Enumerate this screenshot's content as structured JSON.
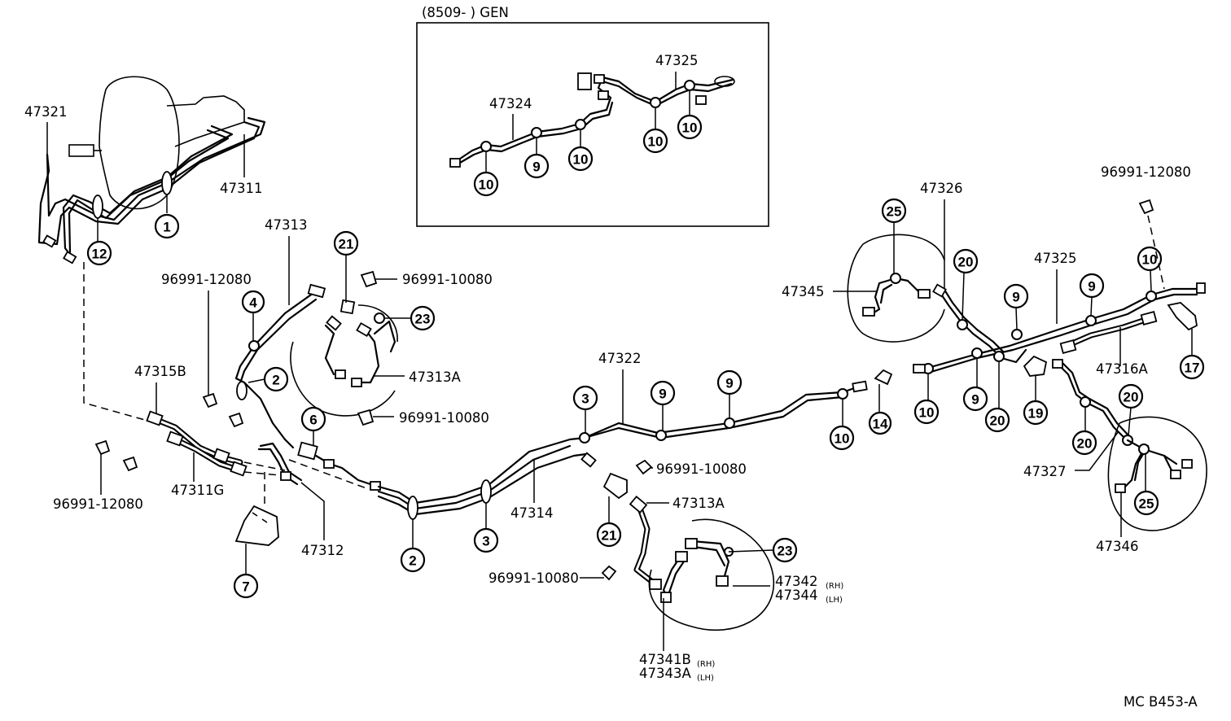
{
  "header": {
    "gen_label": "(8509-          ) GEN"
  },
  "footer": {
    "code": "MC B453-A"
  },
  "parts": {
    "p47321": "47321",
    "p47311": "47311",
    "p47313": "47313",
    "p96991_12080_a": "96991-12080",
    "p96991_10080_a": "96991-10080",
    "p47313A_a": "47313A",
    "p96991_10080_b": "96991-10080",
    "p47315B": "47315B",
    "p47311G": "47311G",
    "p96991_12080_b": "96991-12080",
    "p47312": "47312",
    "p47322": "47322",
    "p47314": "47314",
    "p96991_10080_c": "96991-10080",
    "p47313A_b": "47313A",
    "p96991_10080_d": "96991-10080",
    "p47342": "47342",
    "p47342_side": "(RH)",
    "p47344": "47344",
    "p47344_side": "(LH)",
    "p47341B": "47341B",
    "p47341B_side": "(RH)",
    "p47343A": "47343A",
    "p47343A_side": "(LH)",
    "p47324": "47324",
    "p47325_inset": "47325",
    "p47326": "47326",
    "p47345": "47345",
    "p47325": "47325",
    "p96991_12080_c": "96991-12080",
    "p47316A": "47316A",
    "p47327": "47327",
    "p47346": "47346"
  },
  "callouts": {
    "c1": "1",
    "c12": "12",
    "c4": "4",
    "c2a": "2",
    "c21a": "21",
    "c23a": "23",
    "c6": "6",
    "c7": "7",
    "c2b": "2",
    "c3a": "3",
    "c3b": "3",
    "c9a": "9",
    "c9b": "9",
    "c10a": "10",
    "c14": "14",
    "c10b": "10",
    "c21b": "21",
    "c23b": "23",
    "i10a": "10",
    "i9": "9",
    "i10b": "10",
    "i10c": "10",
    "i10d": "10",
    "c25a": "25",
    "c20a": "20",
    "c9c": "9",
    "c9d": "9",
    "c10e": "10",
    "c9e": "9",
    "c20b": "20",
    "c19": "19",
    "c17": "17",
    "c20c": "20",
    "c20d": "20",
    "c25b": "25"
  }
}
